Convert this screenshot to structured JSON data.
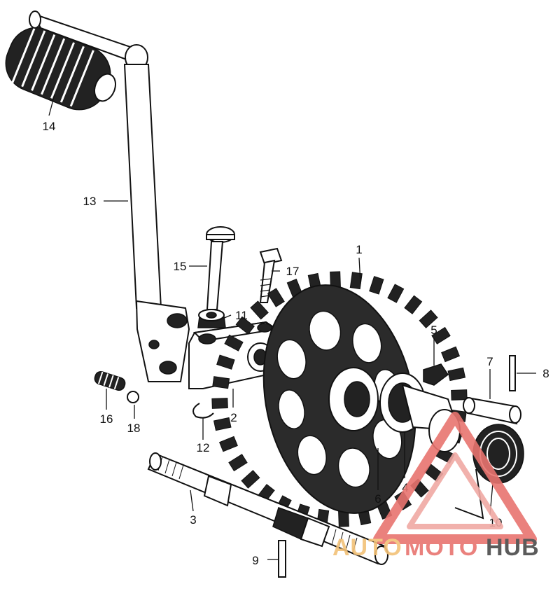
{
  "diagram": {
    "callouts": [
      "1",
      "2",
      "3",
      "4",
      "5",
      "6",
      "7",
      "8",
      "9",
      "10",
      "11",
      "12",
      "13",
      "14",
      "15",
      "16",
      "17",
      "18"
    ]
  },
  "watermark": {
    "text_part1": "AUTO",
    "text_part2": "MOTO",
    "text_part3": "HUB",
    "color_primary": "#e8746f",
    "color_secondary": "#f0a9a4",
    "color_accent": "#f2c177",
    "color_dark": "#4a4a4a"
  }
}
